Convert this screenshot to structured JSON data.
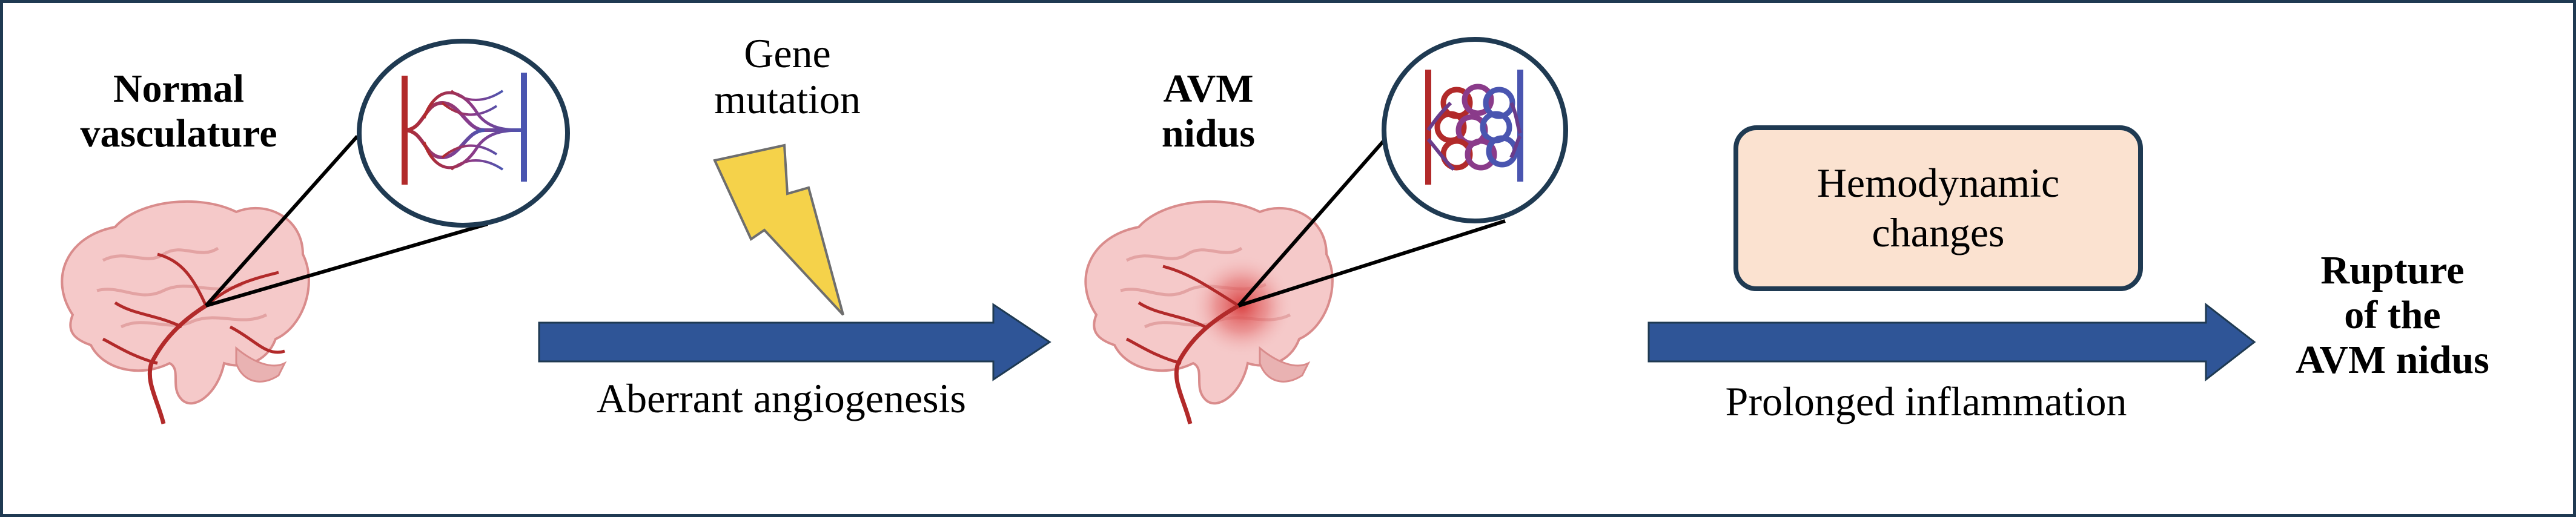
{
  "labels": {
    "normal": [
      "Normal",
      "vasculature"
    ],
    "gene": [
      "Gene",
      "mutation"
    ],
    "avm": [
      "AVM",
      "nidus"
    ],
    "aberrant": "Aberrant angiogenesis",
    "hemodynamic": [
      "Hemodynamic",
      "changes"
    ],
    "prolonged": "Prolonged inflammation",
    "rupture": [
      "Rupture",
      "of the",
      "AVM nidus"
    ]
  },
  "colors": {
    "frame": "#1f3a52",
    "arrow": "#2f5597",
    "lightning": "#f5d24a",
    "artery": "#b22a2a",
    "vein": "#4a55b0",
    "brain": "#f5c9c9",
    "box_fill": "#fbe2d0"
  },
  "icons": [
    "brain-normal-icon",
    "vessel-network-normal-icon",
    "lightning-icon",
    "brain-avm-icon",
    "vessel-nidus-icon"
  ]
}
